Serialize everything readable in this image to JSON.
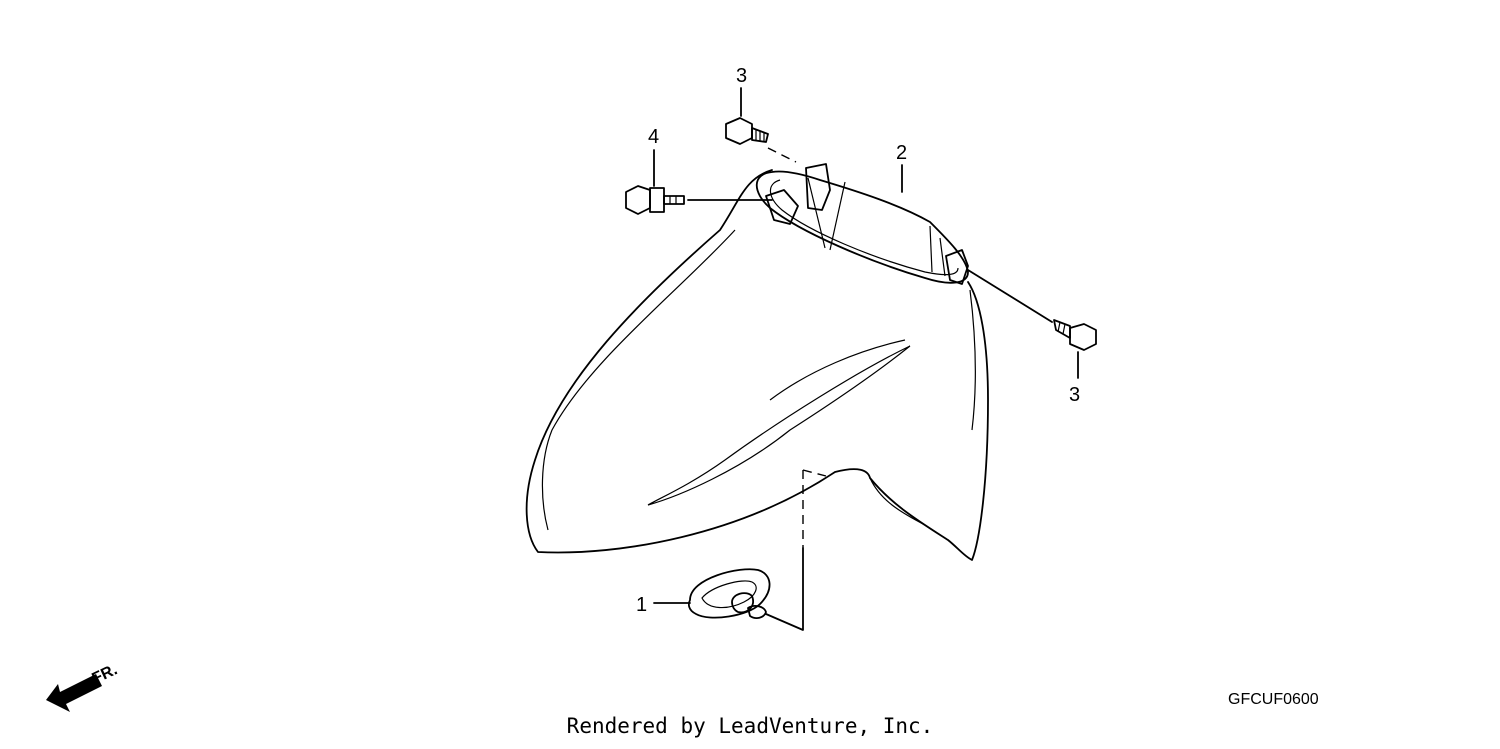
{
  "diagram": {
    "callouts": [
      {
        "id": "c1",
        "label": "1"
      },
      {
        "id": "c2",
        "label": "2"
      },
      {
        "id": "c3a",
        "label": "3"
      },
      {
        "id": "c3b",
        "label": "3"
      },
      {
        "id": "c4",
        "label": "4"
      }
    ],
    "diagram_code": "GFCUF0600",
    "direction_label": "FR.",
    "credit": "Rendered by LeadVenture, Inc."
  }
}
